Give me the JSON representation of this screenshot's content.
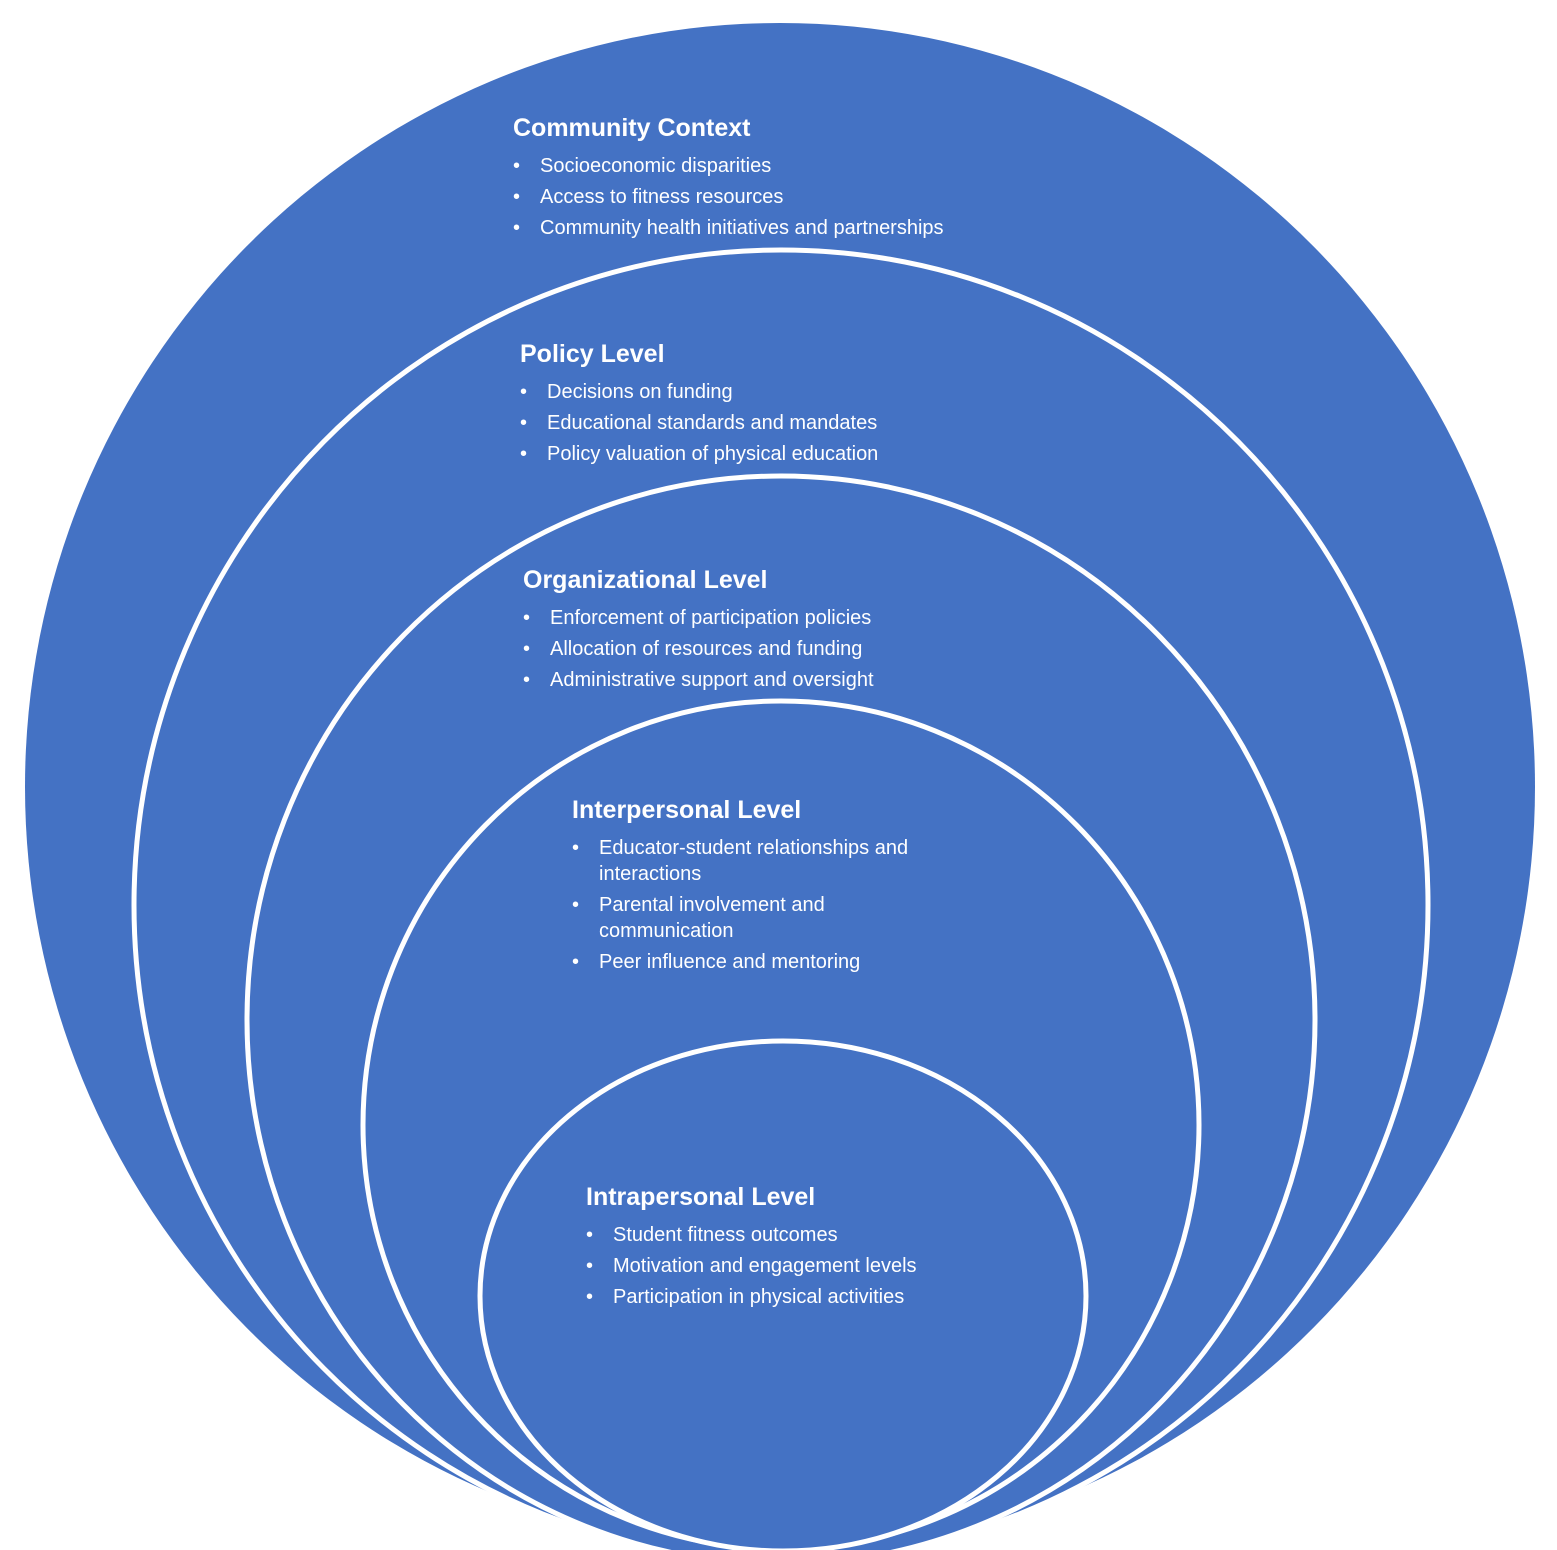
{
  "diagram": {
    "fill_color": "#4472C4",
    "outline_color": "#FFFFFF",
    "text_color": "#FFFFFF",
    "levels": [
      {
        "title": "Community Context",
        "items": [
          "Socioeconomic disparities",
          "Access to fitness resources",
          "Community health initiatives and partnerships"
        ]
      },
      {
        "title": "Policy Level",
        "items": [
          "Decisions on funding",
          "Educational standards and mandates",
          "Policy valuation of physical education"
        ]
      },
      {
        "title": "Organizational Level",
        "items": [
          "Enforcement of participation policies",
          "Allocation of resources and funding",
          "Administrative support and oversight"
        ]
      },
      {
        "title": "Interpersonal Level",
        "items": [
          "Educator-student relationships and interactions",
          "Parental involvement and communication",
          "Peer influence and mentoring"
        ]
      },
      {
        "title": "Intrapersonal Level",
        "items": [
          "Student fitness outcomes",
          "Motivation and engagement levels",
          "Participation in physical activities"
        ]
      }
    ]
  }
}
